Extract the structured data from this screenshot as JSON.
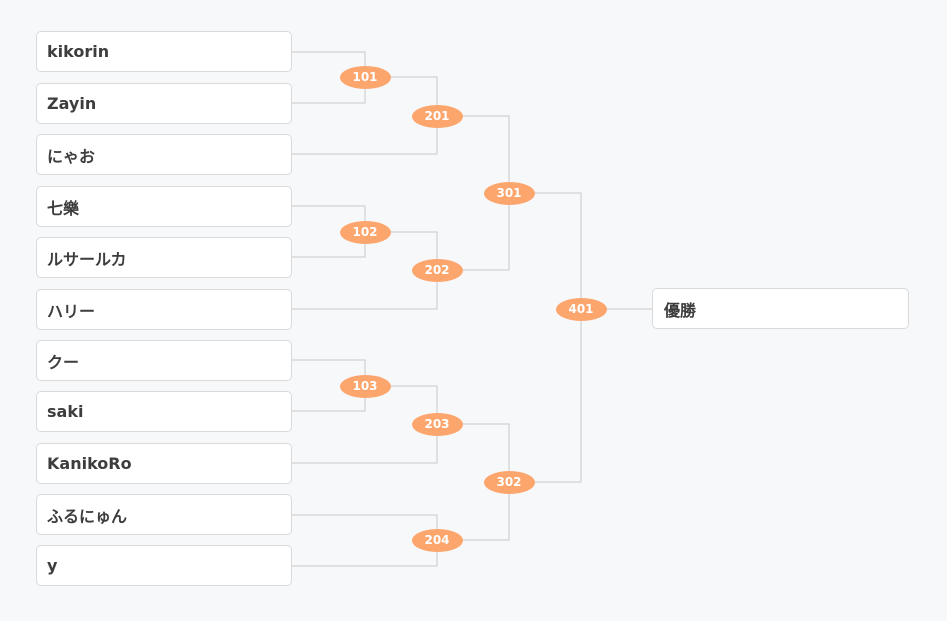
{
  "players": [
    "kikorin",
    "Zayin",
    "にゃお",
    "七樂",
    "ルサールカ",
    "ハリー",
    "クー",
    "saki",
    "KanikoRo",
    "ふるにゅん",
    "y"
  ],
  "champion_label": "優勝",
  "matches": [
    "101",
    "201",
    "102",
    "202",
    "301",
    "103",
    "203",
    "204",
    "302",
    "401"
  ],
  "colors": {
    "match_badge": "#fca66d",
    "connector": "#c8c8c8",
    "background": "#f7f8fa"
  }
}
